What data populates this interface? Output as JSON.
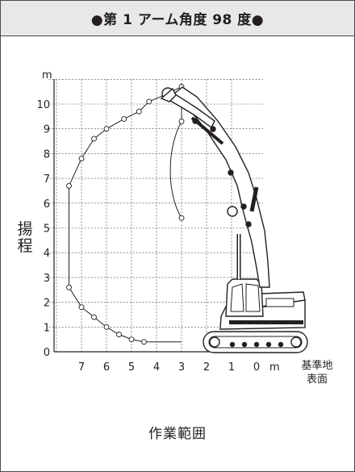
{
  "header": {
    "title": "●第 1 アーム角度 98 度●"
  },
  "axes": {
    "y_unit": "m",
    "x_unit": "m",
    "vertical_label": "揚程",
    "reference_label_line1": "基準地",
    "reference_label_line2": "表面",
    "y_ticks": [
      "0",
      "1",
      "2",
      "3",
      "4",
      "5",
      "6",
      "7",
      "8",
      "9",
      "10"
    ],
    "x_ticks": [
      "7",
      "6",
      "5",
      "4",
      "3",
      "2",
      "1",
      "0"
    ]
  },
  "caption": "作業範囲",
  "chart_data": {
    "type": "scatter",
    "xlabel": "",
    "ylabel": "揚程",
    "xlim": [
      8.3,
      0
    ],
    "ylim": [
      0,
      11
    ],
    "grid": true,
    "series": [
      {
        "values_outer": [
          [
            3.0,
            10.7
          ],
          [
            3.6,
            10.4
          ],
          [
            4.3,
            10.1
          ],
          [
            4.7,
            9.7
          ],
          [
            5.3,
            9.4
          ],
          [
            6.0,
            9.0
          ],
          [
            6.5,
            8.6
          ],
          [
            7.0,
            7.8
          ],
          [
            7.5,
            6.7
          ],
          [
            7.5,
            2.6
          ],
          [
            7.0,
            1.8
          ],
          [
            6.5,
            1.4
          ],
          [
            6.0,
            1.0
          ],
          [
            5.5,
            0.7
          ],
          [
            5.0,
            0.5
          ],
          [
            4.5,
            0.4
          ]
        ],
        "values_inner": [
          [
            3.0,
            9.3
          ],
          [
            3.0,
            5.4
          ]
        ]
      }
    ],
    "colors": {
      "stroke": "#231f20",
      "grid": "#444444",
      "machine_fill": "#ffffff"
    }
  }
}
